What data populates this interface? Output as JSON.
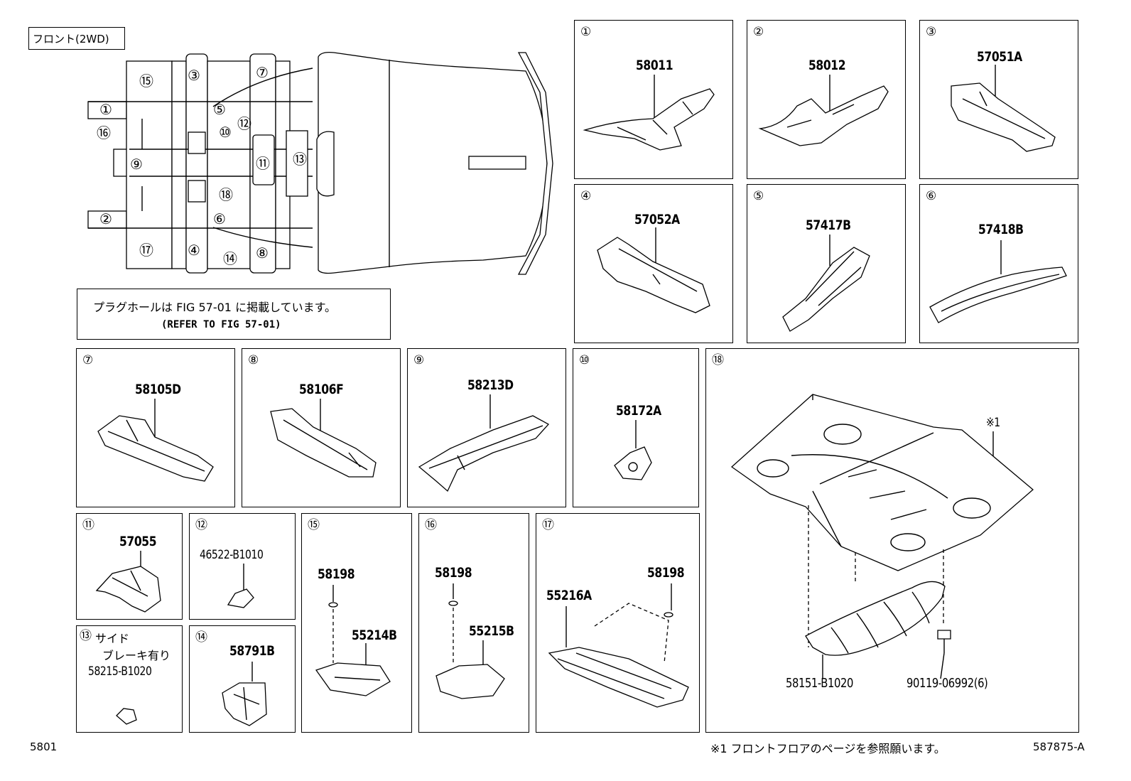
{
  "header": {
    "label": "フロント(2WD)"
  },
  "note": {
    "line1": "プラグホールは FIG 57-01 に掲載しています。",
    "line2": "(REFER TO FIG 57-01)"
  },
  "overview_callouts": [
    "⑮",
    "①",
    "⑯",
    "⑨",
    "②",
    "⑰",
    "③",
    "④",
    "⑤",
    "⑩",
    "⑫",
    "⑪",
    "⑬",
    "⑱",
    "⑥",
    "⑭",
    "⑦",
    "⑧"
  ],
  "panels": [
    {
      "index": "①",
      "part": "58011"
    },
    {
      "index": "②",
      "part": "58012"
    },
    {
      "index": "③",
      "part": "57051A"
    },
    {
      "index": "④",
      "part": "57052A"
    },
    {
      "index": "⑤",
      "part": "57417B"
    },
    {
      "index": "⑥",
      "part": "57418B"
    },
    {
      "index": "⑦",
      "part": "58105D"
    },
    {
      "index": "⑧",
      "part": "58106F"
    },
    {
      "index": "⑨",
      "part": "58213D"
    },
    {
      "index": "⑩",
      "part": "58172A"
    },
    {
      "index": "⑱",
      "part_a": "58151-B1020",
      "part_b": "90119-06992(6)",
      "marker": "※1"
    },
    {
      "index": "⑪",
      "part": "57055"
    },
    {
      "index": "⑫",
      "part": "46522-B1010"
    },
    {
      "index": "⑮",
      "part_a": "58198",
      "part_b": "55214B"
    },
    {
      "index": "⑯",
      "part_a": "58198",
      "part_b": "55215B"
    },
    {
      "index": "⑰",
      "part_a": "55216A",
      "part_b": "58198"
    },
    {
      "index": "⑬",
      "line1": "サイド",
      "line2": "ブレーキ有り",
      "part": "58215-B1020"
    },
    {
      "index": "⑭",
      "part": "58791B"
    }
  ],
  "footer": {
    "left": "5801",
    "note": "※1  フロントフロアのページを参照願います。",
    "code": "587875-A"
  }
}
